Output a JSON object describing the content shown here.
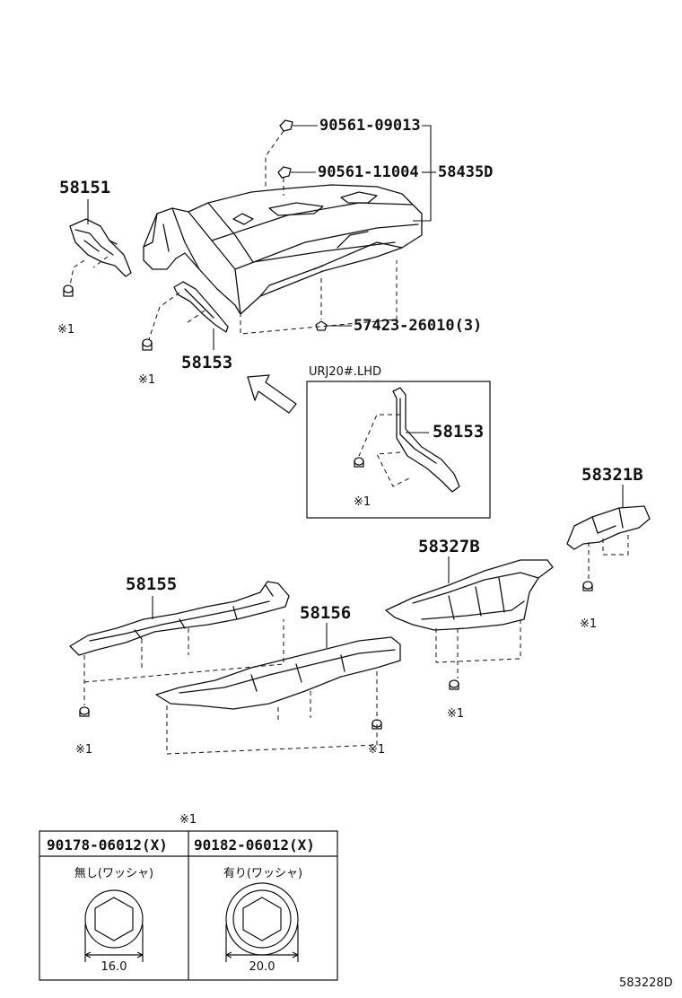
{
  "parts": {
    "p58151": "58151",
    "p58153_main": "58153",
    "p58153_inset": "58153",
    "p58155": "58155",
    "p58156": "58156",
    "p58327B": "58327B",
    "p58321B": "58321B",
    "p58435D": "58435D",
    "p90561_09013": "90561-09013",
    "p90561_11004": "90561-11004",
    "p57423": "57423-26010(3)"
  },
  "inset": {
    "title": "URJ20#.LHD"
  },
  "note_mark": "※1",
  "legend": {
    "mark": "※1",
    "col1": {
      "part": "90178-06012(X)",
      "desc": "無し(ワッシャ)",
      "dim": "16.0"
    },
    "col2": {
      "part": "90182-06012(X)",
      "desc": "有り(ワッシャ)",
      "dim": "20.0"
    }
  },
  "diagram_id": "583228D",
  "colors": {
    "line": "#111111",
    "background": "#ffffff"
  }
}
